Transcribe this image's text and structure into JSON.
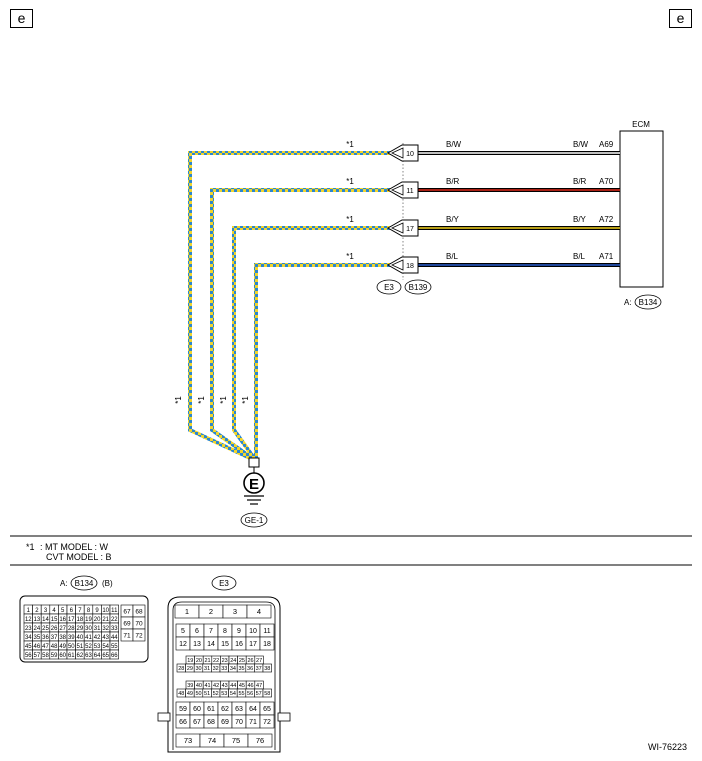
{
  "corner_marker": "e",
  "ecm": {
    "title": "ECM",
    "connector_prefix": "A:",
    "connector_code": "B134"
  },
  "splice": {
    "left_label": "E3",
    "right_label": "B139"
  },
  "wires": [
    {
      "mark": "*1",
      "pin": "10",
      "left_color": "B/W",
      "right_color": "B/W",
      "ecm_pin": "A69",
      "stripe": "#ffffff"
    },
    {
      "mark": "*1",
      "pin": "11",
      "left_color": "B/R",
      "right_color": "B/R",
      "ecm_pin": "A70",
      "stripe": "#e02a1a"
    },
    {
      "mark": "*1",
      "pin": "17",
      "left_color": "B/Y",
      "right_color": "B/Y",
      "ecm_pin": "A72",
      "stripe": "#f4d21f"
    },
    {
      "mark": "*1",
      "pin": "18",
      "left_color": "B/L",
      "right_color": "B/L",
      "ecm_pin": "A71",
      "stripe": "#2a5fd0"
    }
  ],
  "vertical_marks": [
    "*1",
    "*1",
    "*1",
    "*1"
  ],
  "ground": {
    "symbol": "E",
    "label": "GE-1"
  },
  "notes": {
    "mark": "*1",
    "line1": ": MT MODEL  : W",
    "line2": "CVT MODEL  : B"
  },
  "connector_a": {
    "prefix": "A:",
    "code": "B134",
    "suffix": "(B)",
    "rows": [
      [
        "1",
        "2",
        "3",
        "4",
        "5",
        "6",
        "7",
        "8",
        "9",
        "10",
        "11"
      ],
      [
        "12",
        "13",
        "14",
        "15",
        "16",
        "17",
        "18",
        "19",
        "20",
        "21",
        "22"
      ],
      [
        "23",
        "24",
        "25",
        "26",
        "27",
        "28",
        "29",
        "30",
        "31",
        "32",
        "33"
      ],
      [
        "34",
        "35",
        "36",
        "37",
        "38",
        "39",
        "40",
        "41",
        "42",
        "43",
        "44"
      ],
      [
        "45",
        "46",
        "47",
        "48",
        "49",
        "50",
        "51",
        "52",
        "53",
        "54",
        "55"
      ],
      [
        "56",
        "57",
        "58",
        "59",
        "60",
        "61",
        "62",
        "63",
        "64",
        "65",
        "66"
      ]
    ],
    "side": [
      [
        "67",
        "68"
      ],
      [
        "69",
        "70"
      ],
      [
        "71",
        "72"
      ]
    ]
  },
  "connector_e3": {
    "label": "E3",
    "top_row": [
      "1",
      "2",
      "3",
      "4"
    ],
    "row2": [
      "5",
      "6",
      "7",
      "8",
      "9",
      "10",
      "11"
    ],
    "row3": [
      "12",
      "13",
      "14",
      "15",
      "16",
      "17",
      "18"
    ],
    "small1": [
      "19",
      "20",
      "21",
      "22",
      "23",
      "24",
      "25",
      "26",
      "27"
    ],
    "small2": [
      "28",
      "29",
      "30",
      "31",
      "32",
      "33",
      "34",
      "35",
      "36",
      "37",
      "38"
    ],
    "small3": [
      "39",
      "40",
      "41",
      "42",
      "43",
      "44",
      "45",
      "46",
      "47"
    ],
    "small4": [
      "48",
      "49",
      "50",
      "51",
      "52",
      "53",
      "54",
      "55",
      "56",
      "57",
      "58"
    ],
    "row8": [
      "59",
      "60",
      "61",
      "62",
      "63",
      "64",
      "65"
    ],
    "row9": [
      "66",
      "67",
      "68",
      "69",
      "70",
      "71",
      "72"
    ],
    "bottom": [
      "73",
      "74",
      "75",
      "76"
    ]
  },
  "figure_code": "WI-76223"
}
